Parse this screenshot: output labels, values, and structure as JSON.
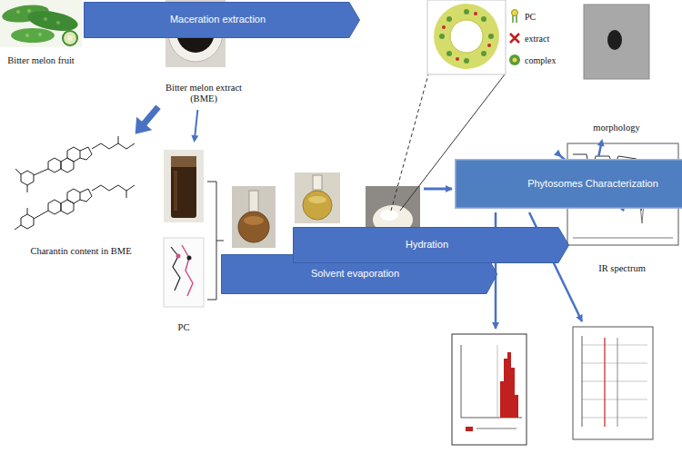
{
  "diagram": {
    "nodes": [
      {
        "text": [
          "Bitter melon fruit"
        ]
      },
      {
        "text": [
          "Maceration extraction"
        ]
      },
      {
        "text": [
          "Bitter melon extract (BME)"
        ]
      },
      {
        "text": [
          "Charantin content in BME"
        ]
      },
      {
        "text": [
          "PC"
        ]
      },
      {
        "text": [
          "Solvent evaporation"
        ]
      },
      {
        "text": [
          "Hydration"
        ]
      },
      {
        "text": [
          "Phytosomes Characterization"
        ]
      },
      {
        "text": [
          "morphology"
        ]
      },
      {
        "text": [
          "IR spectrum"
        ]
      }
    ],
    "edges": [
      {
        "from": 2,
        "to": 3,
        "arrow": "to"
      },
      {
        "from": 2,
        "to": 4,
        "arrow": "to"
      },
      {
        "from": 7,
        "to": 8,
        "arrow": "to"
      },
      {
        "from": 7,
        "to": 9,
        "arrow": "to"
      }
    ],
    "legend": [
      {
        "text": "PC"
      },
      {
        "text": "extract"
      },
      {
        "text": "complex"
      }
    ]
  }
}
